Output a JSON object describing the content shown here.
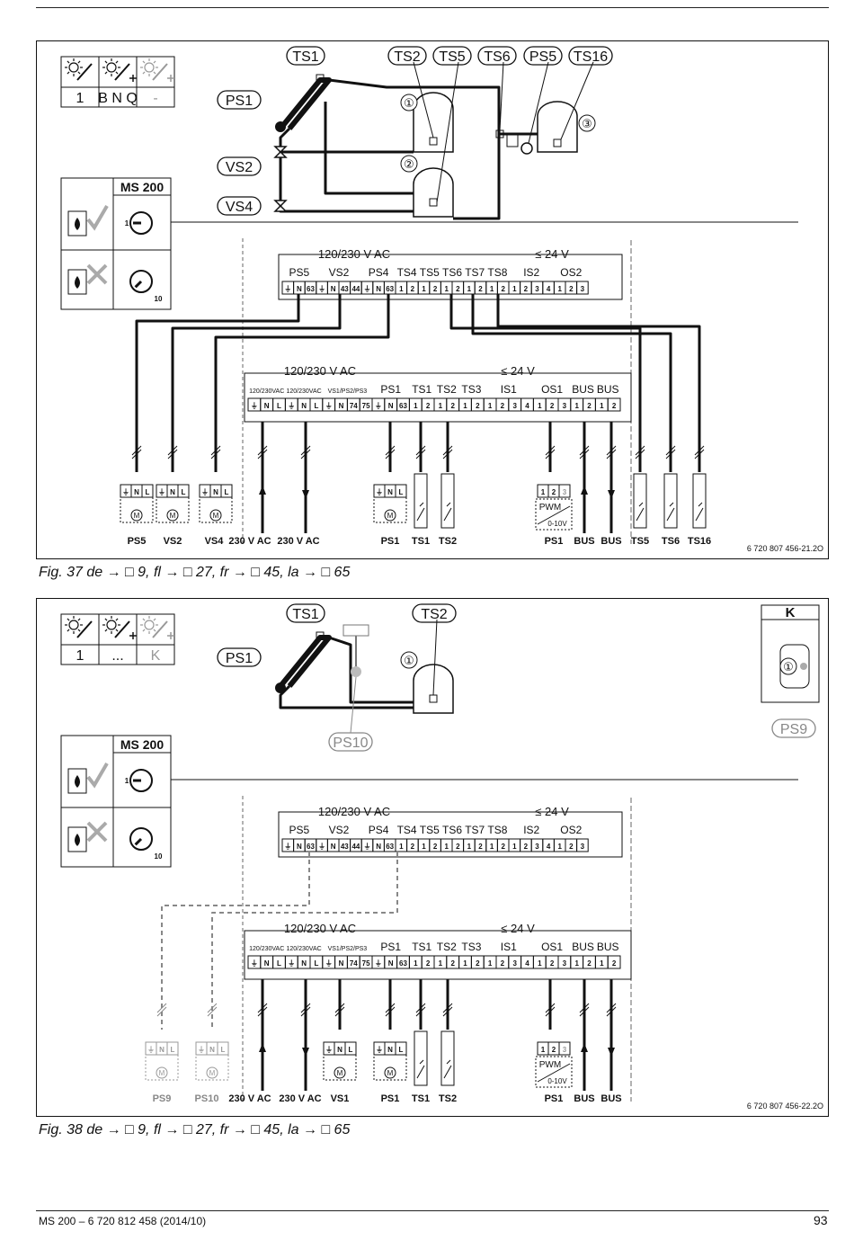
{
  "figures": [
    {
      "id": "fig37",
      "code": "6 720 807 456-21.2O",
      "caption": "Fig. 37  de → □ 9, fl → □ 27, fr → □ 45, la → □ 65",
      "config_values": [
        "1",
        "B N Q",
        "-"
      ],
      "module": "MS 200",
      "dial_values": [
        "1",
        "10"
      ],
      "hydraulic_labels": [
        "TS1",
        "TS2",
        "TS5",
        "TS6",
        "PS5",
        "TS16",
        "PS1",
        "VS2",
        "VS4",
        "①",
        "②",
        "③"
      ],
      "module_terminals": {
        "voltage_left": "120/230 V AC",
        "voltage_right": "≤ 24 V",
        "groups": [
          "PS5",
          "VS2",
          "PS4",
          "TS4",
          "TS5",
          "TS6",
          "TS7",
          "TS8",
          "IS2",
          "OS2"
        ],
        "pins": [
          "⏚",
          "N",
          "63",
          "⏚",
          "N",
          "43",
          "44",
          "⏚",
          "N",
          "63",
          "1",
          "2",
          "1",
          "2",
          "1",
          "2",
          "1",
          "2",
          "1",
          "2",
          "1",
          "2",
          "3",
          "4",
          "1",
          "2",
          "3"
        ]
      },
      "controller_terminals": {
        "voltage_left": "120/230 V AC",
        "voltage_right": "≤ 24 V",
        "groups": [
          "120/230VAC",
          "120/230VAC",
          "VS1/PS2/PS3",
          "PS1",
          "TS1",
          "TS2",
          "TS3",
          "IS1",
          "OS1",
          "BUS",
          "BUS"
        ],
        "pins": [
          "⏚",
          "N",
          "L",
          "⏚",
          "N",
          "L",
          "⏚",
          "N",
          "74",
          "75",
          "⏚",
          "N",
          "63",
          "1",
          "2",
          "1",
          "2",
          "1",
          "2",
          "1",
          "2",
          "3",
          "4",
          "1",
          "2",
          "3",
          "1",
          "2",
          "1",
          "2"
        ]
      },
      "bottom_labels": [
        "PS5",
        "VS2",
        "VS4",
        "230 V AC",
        "230 V AC",
        "PS1",
        "TS1",
        "TS2",
        "PS1",
        "BUS",
        "BUS",
        "TS5",
        "TS6",
        "TS16"
      ],
      "pwm": {
        "pins": [
          "1",
          "2",
          "3"
        ],
        "label": "PWM",
        "sub": "0-10V"
      },
      "motor_pins": [
        "⏚",
        "N",
        "L"
      ],
      "motor_symbol": "M"
    },
    {
      "id": "fig38",
      "code": "6 720 807 456-22.2O",
      "caption": "Fig. 38  de → □ 9, fl → □ 27, fr → □ 45, la → □ 65",
      "config_values": [
        "1",
        "...",
        "K"
      ],
      "module": "MS 200",
      "dial_values": [
        "1",
        "10"
      ],
      "hydraulic_labels": [
        "TS1",
        "TS2",
        "PS1",
        "PS10",
        "①"
      ],
      "option_box": {
        "title": "K",
        "item": "①",
        "label": "PS9"
      },
      "module_terminals": {
        "voltage_left": "120/230 V AC",
        "voltage_right": "≤ 24 V",
        "groups": [
          "PS5",
          "VS2",
          "PS4",
          "TS4",
          "TS5",
          "TS6",
          "TS7",
          "TS8",
          "IS2",
          "OS2"
        ],
        "pins": [
          "⏚",
          "N",
          "63",
          "⏚",
          "N",
          "43",
          "44",
          "⏚",
          "N",
          "63",
          "1",
          "2",
          "1",
          "2",
          "1",
          "2",
          "1",
          "2",
          "1",
          "2",
          "1",
          "2",
          "3",
          "4",
          "1",
          "2",
          "3"
        ]
      },
      "controller_terminals": {
        "voltage_left": "120/230 V AC",
        "voltage_right": "≤ 24 V",
        "groups": [
          "120/230VAC",
          "120/230VAC",
          "VS1/PS2/PS3",
          "PS1",
          "TS1",
          "TS2",
          "TS3",
          "IS1",
          "OS1",
          "BUS",
          "BUS"
        ],
        "pins": [
          "⏚",
          "N",
          "L",
          "⏚",
          "N",
          "L",
          "⏚",
          "N",
          "74",
          "75",
          "⏚",
          "N",
          "63",
          "1",
          "2",
          "1",
          "2",
          "1",
          "2",
          "1",
          "2",
          "3",
          "4",
          "1",
          "2",
          "3",
          "1",
          "2",
          "1",
          "2"
        ]
      },
      "bottom_labels": [
        "PS9",
        "PS10",
        "230 V AC",
        "230 V AC",
        "VS1",
        "PS1",
        "TS1",
        "TS2",
        "PS1",
        "BUS",
        "BUS"
      ],
      "pwm": {
        "pins": [
          "1",
          "2",
          "3"
        ],
        "label": "PWM",
        "sub": "0-10V"
      },
      "motor_pins": [
        "⏚",
        "N",
        "L"
      ],
      "motor_symbol": "M"
    }
  ],
  "footer": {
    "left": "MS 200 – 6 720 812 458 (2014/10)",
    "page": "93"
  }
}
